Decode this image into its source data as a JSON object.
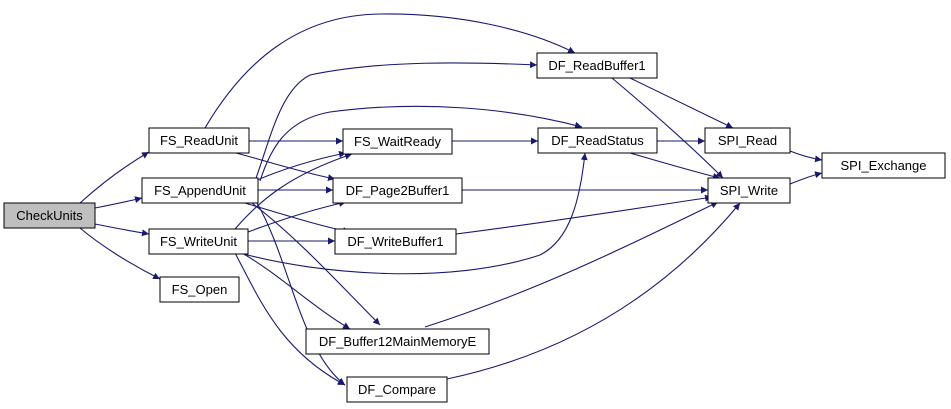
{
  "graph": {
    "nodes": {
      "checkunits": "CheckUnits",
      "fs_readunit": "FS_ReadUnit",
      "fs_appendunit": "FS_AppendUnit",
      "fs_writeunit": "FS_WriteUnit",
      "fs_open": "FS_Open",
      "df_readbuffer1": "DF_ReadBuffer1",
      "fs_waitready": "FS_WaitReady",
      "df_readstatus": "DF_ReadStatus",
      "df_page2buffer1": "DF_Page2Buffer1",
      "df_writebuffer1": "DF_WriteBuffer1",
      "df_buffer12mainmemorye": "DF_Buffer12MainMemoryE",
      "df_compare": "DF_Compare",
      "spi_read": "SPI_Read",
      "spi_write": "SPI_Write",
      "spi_exchange": "SPI_Exchange"
    },
    "edges": [
      [
        "checkunits",
        "fs_readunit"
      ],
      [
        "checkunits",
        "fs_appendunit"
      ],
      [
        "checkunits",
        "fs_writeunit"
      ],
      [
        "checkunits",
        "fs_open"
      ],
      [
        "fs_readunit",
        "df_readbuffer1"
      ],
      [
        "fs_readunit",
        "fs_waitready"
      ],
      [
        "fs_readunit",
        "df_page2buffer1"
      ],
      [
        "fs_appendunit",
        "df_readbuffer1"
      ],
      [
        "fs_appendunit",
        "df_readstatus"
      ],
      [
        "fs_appendunit",
        "fs_waitready"
      ],
      [
        "fs_appendunit",
        "df_page2buffer1"
      ],
      [
        "fs_appendunit",
        "df_writebuffer1"
      ],
      [
        "fs_appendunit",
        "df_buffer12mainmemorye"
      ],
      [
        "fs_appendunit",
        "df_compare"
      ],
      [
        "fs_writeunit",
        "fs_waitready"
      ],
      [
        "fs_writeunit",
        "df_page2buffer1"
      ],
      [
        "fs_writeunit",
        "df_writebuffer1"
      ],
      [
        "fs_writeunit",
        "df_readstatus"
      ],
      [
        "fs_writeunit",
        "df_buffer12mainmemorye"
      ],
      [
        "fs_writeunit",
        "df_compare"
      ],
      [
        "fs_waitready",
        "df_readstatus"
      ],
      [
        "df_readbuffer1",
        "spi_read"
      ],
      [
        "df_readbuffer1",
        "spi_write"
      ],
      [
        "df_readstatus",
        "spi_read"
      ],
      [
        "df_readstatus",
        "spi_write"
      ],
      [
        "df_page2buffer1",
        "spi_write"
      ],
      [
        "df_writebuffer1",
        "spi_write"
      ],
      [
        "df_buffer12mainmemorye",
        "spi_write"
      ],
      [
        "df_compare",
        "spi_write"
      ],
      [
        "spi_read",
        "spi_exchange"
      ],
      [
        "spi_write",
        "spi_exchange"
      ]
    ]
  }
}
